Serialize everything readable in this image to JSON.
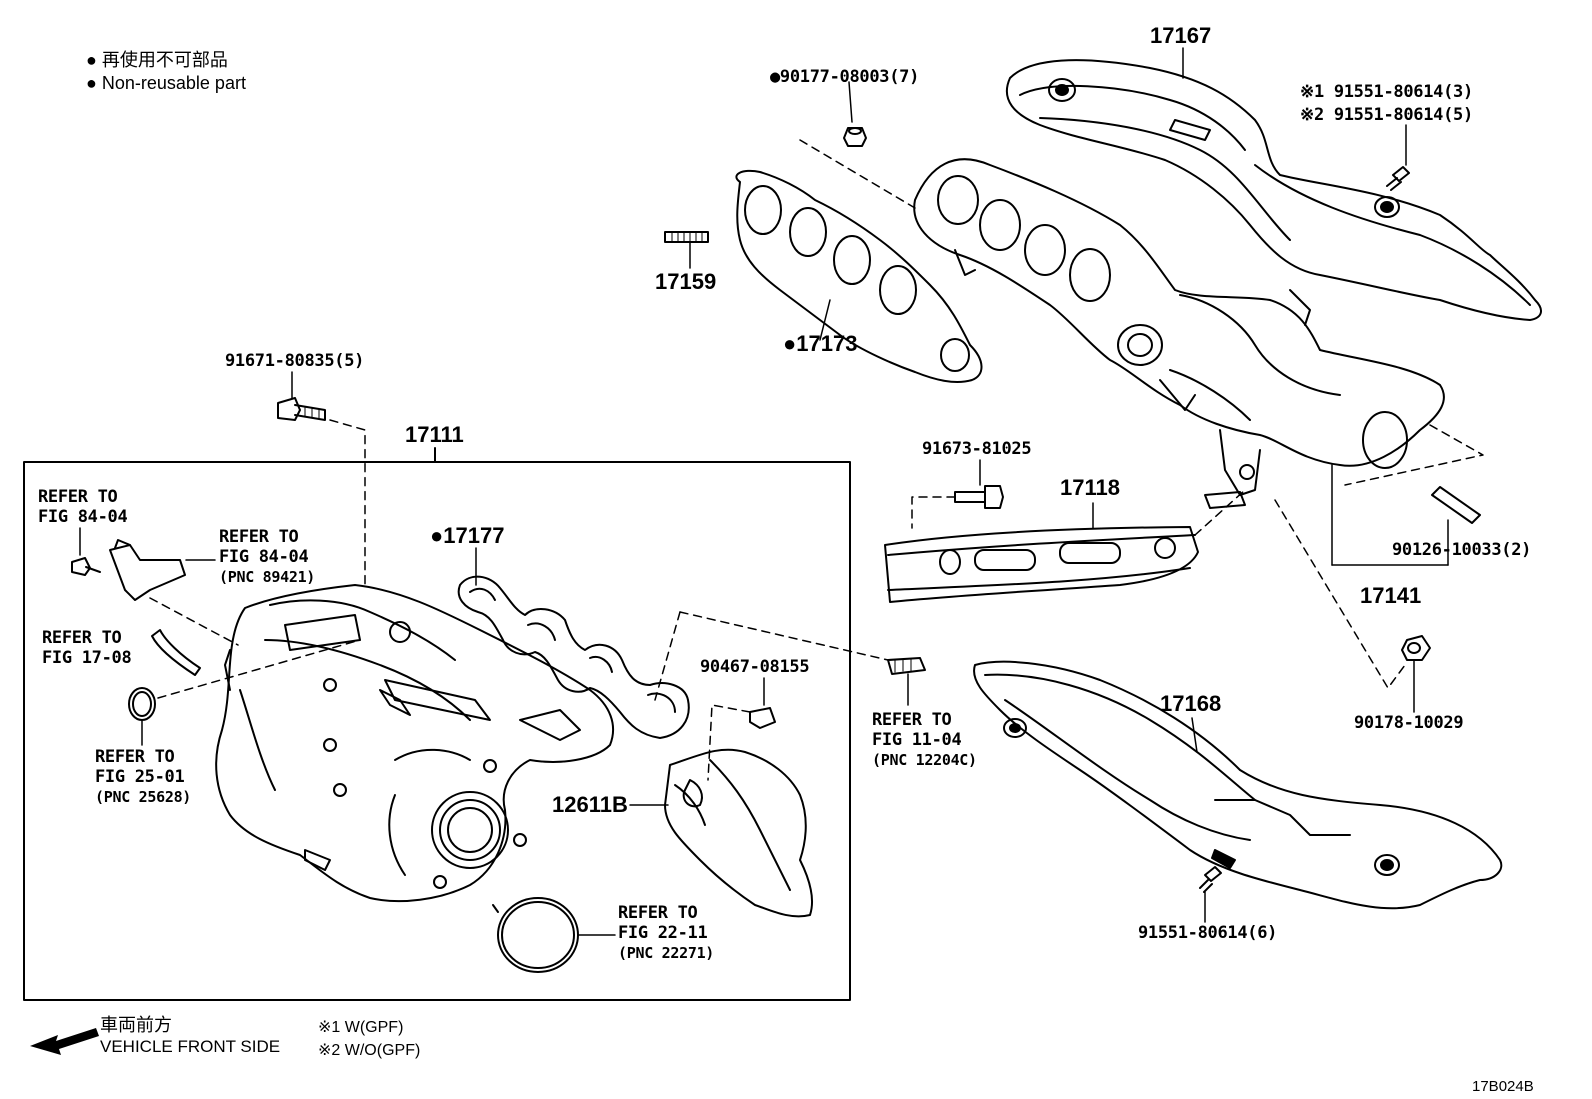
{
  "legend": {
    "dot_label_jp": "● 再使用不可部品",
    "dot_label_en": "● Non-reusable part"
  },
  "parts": {
    "p17167": "17167",
    "p90177": "●90177-08003(7)",
    "bolt_3": "※1 91551-80614(3)",
    "bolt_5": "※2 91551-80614(5)",
    "p17159": "17159",
    "p17173": "●17173",
    "p91671": "91671-80835(5)",
    "p17111": "17111",
    "p91673": "91673-81025",
    "p17118": "17118",
    "p90126": "90126-10033(2)",
    "p17141": "17141",
    "p17177": "●17177",
    "p90467": "90467-08155",
    "p90178": "90178-10029",
    "p17168": "17168",
    "p12611B": "12611B",
    "p91551_6": "91551-80614(6)"
  },
  "refs": {
    "r1_line1": "REFER TO",
    "r1_line2": "FIG 84-04",
    "r2_line1": "REFER TO",
    "r2_line2": "FIG 84-04",
    "r2_line3": "(PNC 89421)",
    "r3_line1": "REFER TO",
    "r3_line2": "FIG 17-08",
    "r4_line1": "REFER TO",
    "r4_line2": "FIG 25-01",
    "r4_line3": "(PNC 25628)",
    "r5_line1": "REFER TO",
    "r5_line2": "FIG 11-04",
    "r5_line3": "(PNC 12204C)",
    "r6_line1": "REFER TO",
    "r6_line2": "FIG 22-11",
    "r6_line3": "(PNC 22271)"
  },
  "footer": {
    "front_jp": "車両前方",
    "front_en": "VEHICLE FRONT SIDE",
    "note1": "※1 W(GPF)",
    "note2": "※2 W/O(GPF)",
    "figure_code": "17B024B"
  }
}
